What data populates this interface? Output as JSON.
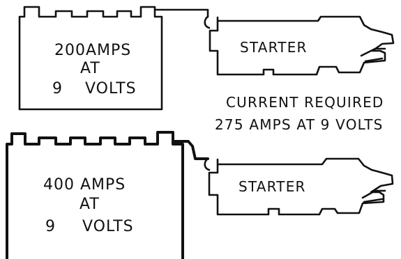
{
  "battery_small": {
    "line1": "200AMPS",
    "line2": "AT",
    "line3_num": "9",
    "line3_unit": "VOLTS"
  },
  "battery_large": {
    "line1": "400 AMPS",
    "line2": "AT",
    "line3_num": "9",
    "line3_unit": "VOLTS"
  },
  "starter_top": {
    "label": "STARTER"
  },
  "starter_bottom": {
    "label": "STARTER"
  },
  "requirement": {
    "line1": "CURRENT REQUIRED",
    "line2": "275 AMPS AT 9 VOLTS"
  }
}
